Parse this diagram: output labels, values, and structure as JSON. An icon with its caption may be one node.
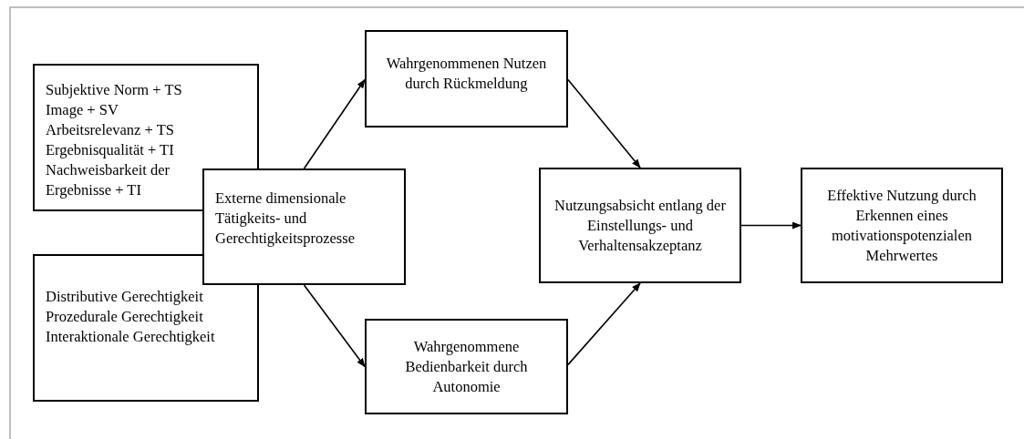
{
  "diagram": {
    "nodes": [
      {
        "text": [
          "Subjektive Norm + TS",
          "Image + SV",
          "Arbeitsrelevanz + TS",
          "Ergebnisqualität + TI",
          "Nachweisbarkeit der Ergebnisse + TI"
        ]
      },
      {
        "text": [
          "Distributive Gerechtigkeit",
          "Prozedurale Gerechtigkeit",
          "Interaktionale Gerechtigkeit"
        ]
      },
      {
        "text": [
          "Externe dimensionale Tätigkeits- und Gerechtigkeitsprozesse"
        ]
      },
      {
        "text": [
          "Wahrgenommenen Nutzen durch Rückmeldung"
        ]
      },
      {
        "text": [
          "Wahrgenommene Bedienbarkeit durch Autonomie"
        ]
      },
      {
        "text": [
          "Nutzungsabsicht entlang der Einstellungs- und Verhaltensakzeptanz"
        ]
      },
      {
        "text": [
          "Effektive Nutzung durch Erkennen eines motivationspotenzialen Mehrwertes"
        ]
      }
    ],
    "edges": [
      {
        "from": 2,
        "to": 3,
        "arrow": "to"
      },
      {
        "from": 2,
        "to": 4,
        "arrow": "to"
      },
      {
        "from": 3,
        "to": 5,
        "arrow": "to"
      },
      {
        "from": 4,
        "to": 5,
        "arrow": "to"
      },
      {
        "from": 5,
        "to": 6,
        "arrow": "to"
      }
    ]
  }
}
